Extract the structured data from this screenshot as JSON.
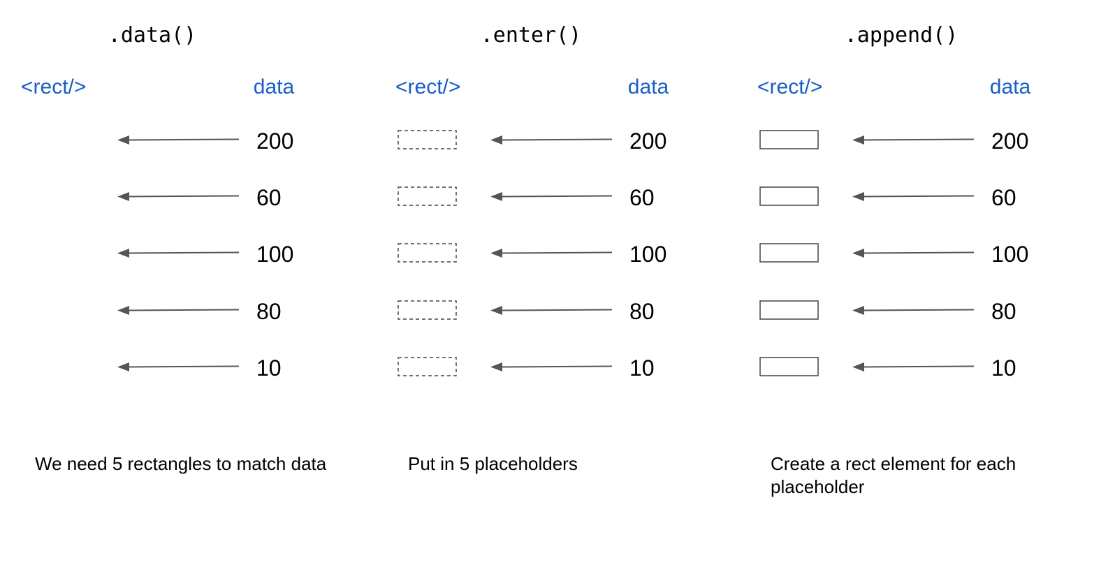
{
  "panels": [
    {
      "method": ".data()",
      "element_header": "<rect/>",
      "data_header": "data",
      "rect_style": "none",
      "values": [
        "200",
        "60",
        "100",
        "80",
        "10"
      ],
      "caption": "We need 5 rectangles to match data"
    },
    {
      "method": ".enter()",
      "element_header": "<rect/>",
      "data_header": "data",
      "rect_style": "dashed",
      "values": [
        "200",
        "60",
        "100",
        "80",
        "10"
      ],
      "caption": "Put in 5 placeholders"
    },
    {
      "method": ".append()",
      "element_header": "<rect/>",
      "data_header": "data",
      "rect_style": "solid",
      "values": [
        "200",
        "60",
        "100",
        "80",
        "10"
      ],
      "caption": "Create a rect element for each placeholder"
    }
  ],
  "colors": {
    "header_blue": "#1a5fc8",
    "text": "#000000",
    "arrow": "#555555",
    "rect_stroke": "#444444"
  }
}
